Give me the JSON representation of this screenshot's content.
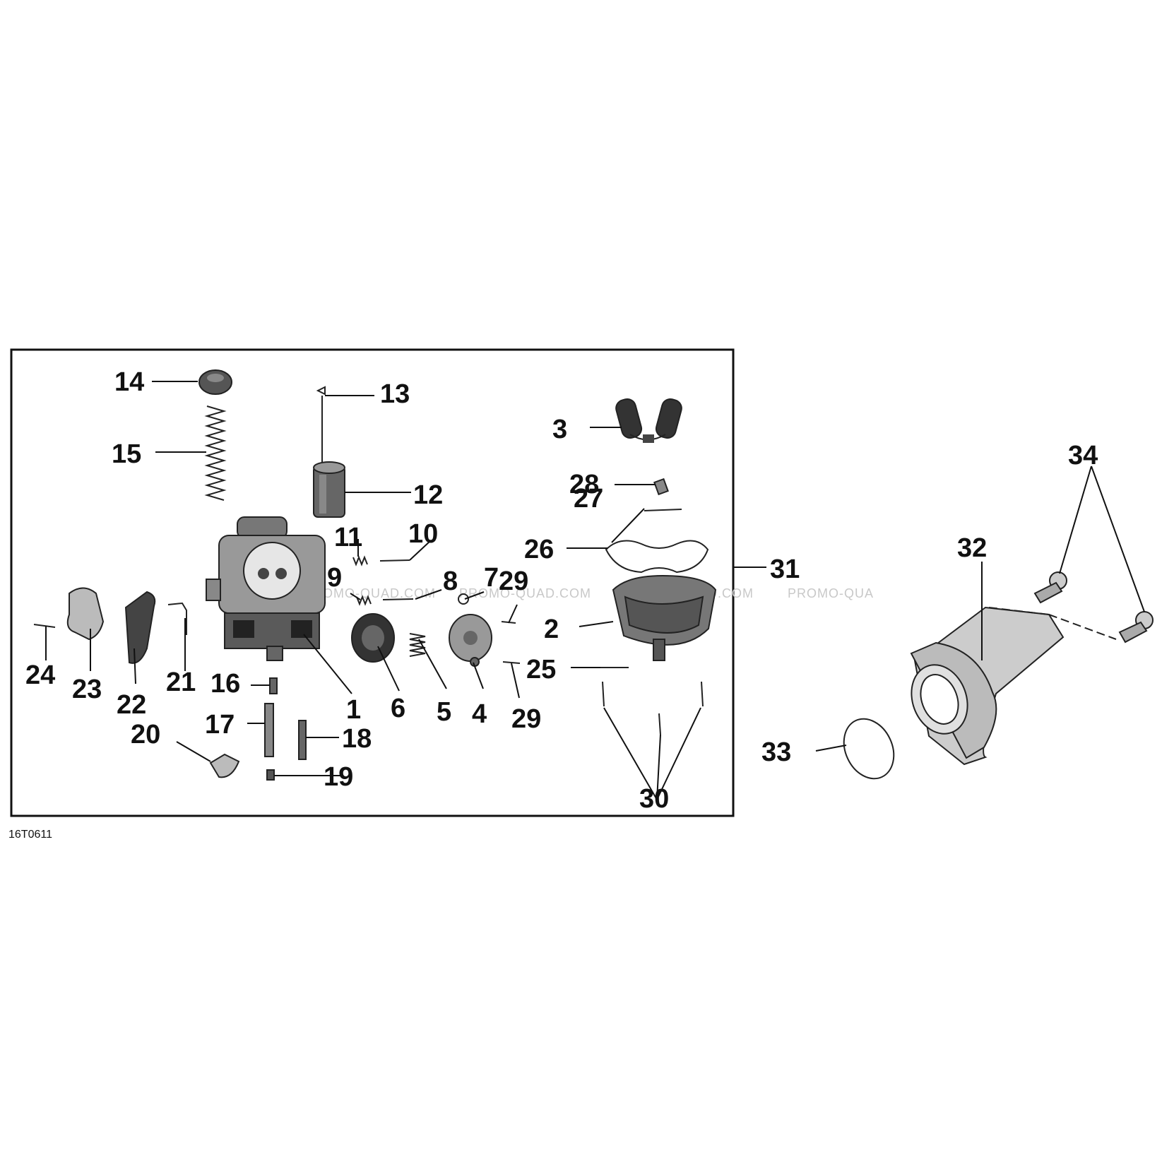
{
  "figure_id": "16T0611",
  "watermark": "PROMO-QUAD.COM",
  "watermark_clipped": "PROMO-QUA",
  "callouts": {
    "c1": "1",
    "c2": "2",
    "c3": "3",
    "c4": "4",
    "c5": "5",
    "c6": "6",
    "c7": "7",
    "c8": "8",
    "c9": "9",
    "c10": "10",
    "c11": "11",
    "c12": "12",
    "c13": "13",
    "c14": "14",
    "c15": "15",
    "c16": "16",
    "c17": "17",
    "c18": "18",
    "c19": "19",
    "c20": "20",
    "c21": "21",
    "c22": "22",
    "c23": "23",
    "c24": "24",
    "c25": "25",
    "c26": "26",
    "c27": "27",
    "c28": "28",
    "c29a": "29",
    "c29b": "29",
    "c30": "30",
    "c31": "31",
    "c32": "32",
    "c33": "33",
    "c34": "34"
  }
}
